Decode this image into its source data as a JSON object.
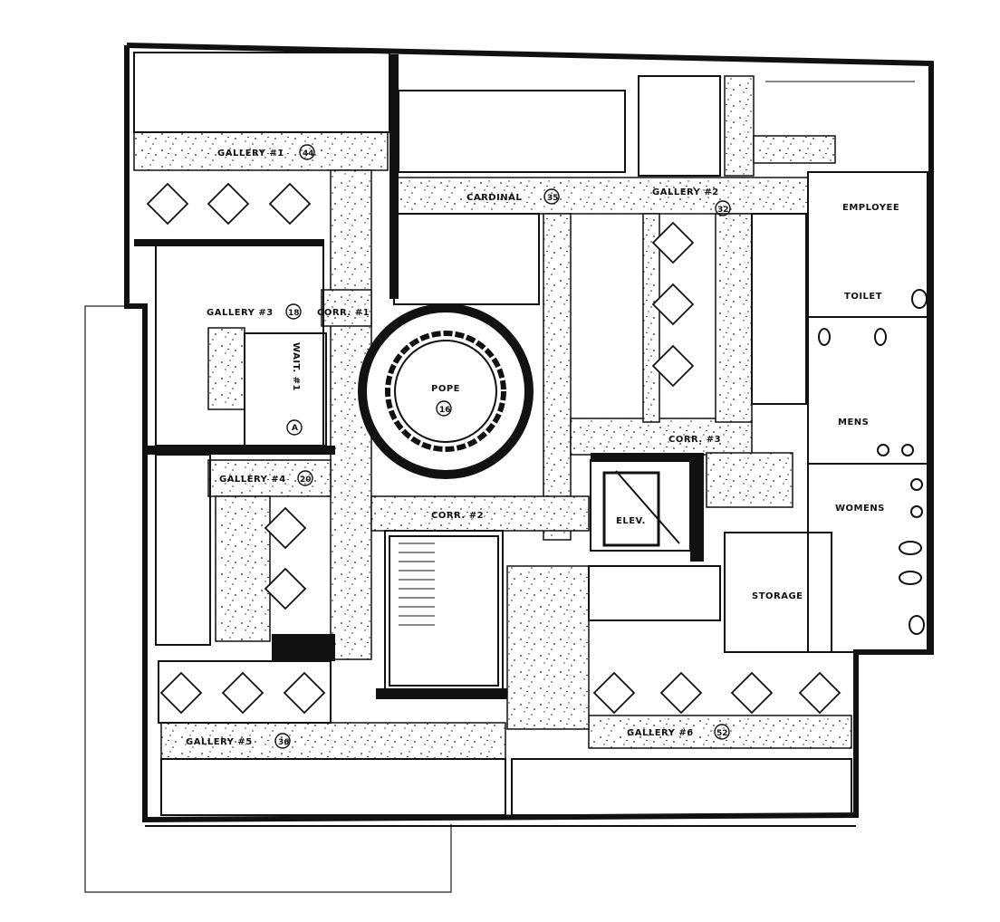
{
  "plan": {
    "rooms": {
      "gallery1": {
        "label": "GALLERY #1",
        "number": "44"
      },
      "cardinal": {
        "label": "CARDINAL",
        "number": "35"
      },
      "gallery2": {
        "label": "GALLERY #2",
        "number": "32"
      },
      "employee": {
        "label": "EMPLOYEE"
      },
      "toilet": {
        "label": "TOILET"
      },
      "gallery3": {
        "label": "GALLERY #3",
        "number": "18"
      },
      "corr1": {
        "label": "CORR. #1"
      },
      "wait1": {
        "label": "WAIT. #1",
        "number": "A"
      },
      "pope": {
        "label": "POPE",
        "number": "16"
      },
      "corr3": {
        "label": "CORR. #3"
      },
      "mens": {
        "label": "MENS"
      },
      "gallery4": {
        "label": "GALLERY #4",
        "number": "20"
      },
      "corr2": {
        "label": "CORR. #2"
      },
      "elev": {
        "label": "ELEV."
      },
      "womens": {
        "label": "WOMENS"
      },
      "storage": {
        "label": "STORAGE"
      },
      "gallery5": {
        "label": "GALLERY #5",
        "number": "36"
      },
      "gallery6": {
        "label": "GALLERY #6",
        "number": "52"
      }
    }
  }
}
